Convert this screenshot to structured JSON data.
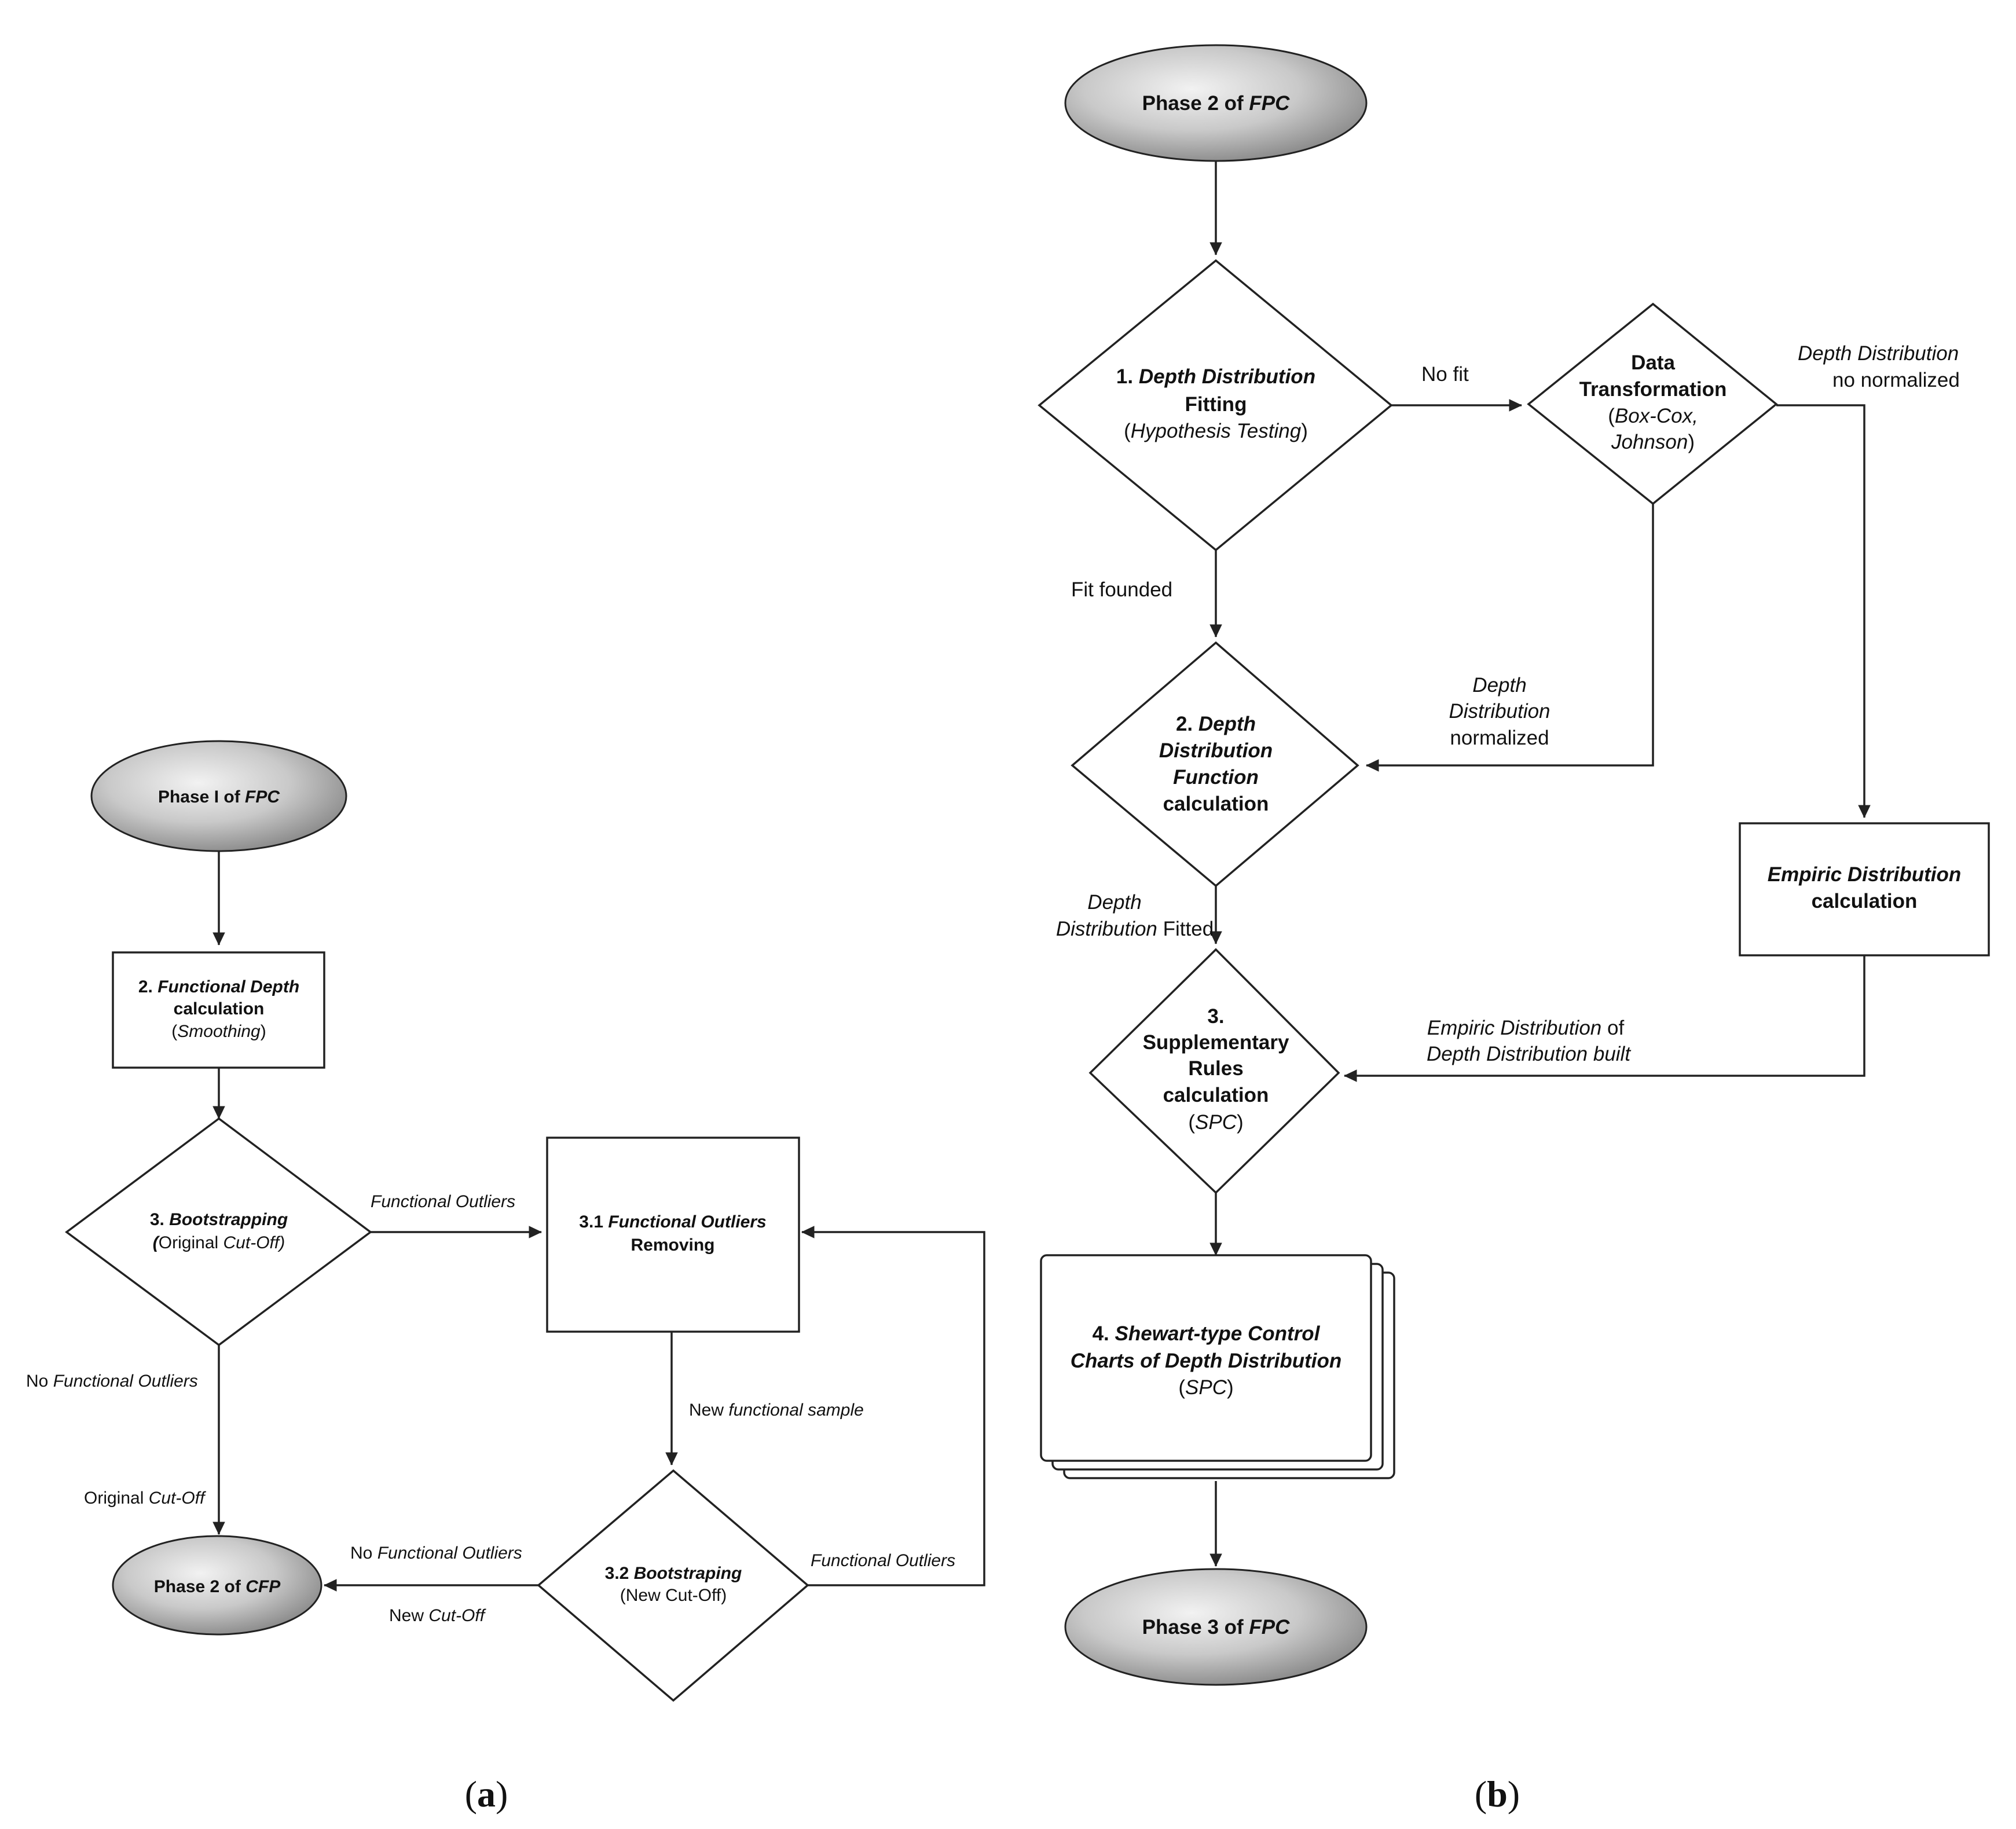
{
  "panel_a": {
    "caption": [
      "(",
      "a",
      ")"
    ],
    "start_node": [
      "Phase I of ",
      "FPC"
    ],
    "step2": {
      "line1": [
        "2. ",
        "Functional Depth"
      ],
      "line2": "calculation",
      "line3": [
        "(",
        "Smoothing",
        ")"
      ]
    },
    "step3": {
      "line1": [
        "3. ",
        "Bootstrapping"
      ],
      "line2": [
        "(",
        "Original ",
        "Cut-Off",
        ")"
      ]
    },
    "step31": {
      "line1": [
        "3.1 ",
        "Functional Outliers"
      ],
      "line2": "Removing"
    },
    "step32": {
      "line1": [
        "3.2 ",
        "Bootstraping"
      ],
      "line2": "(New Cut-Off)"
    },
    "end_node": [
      "Phase 2 of ",
      "CFP"
    ],
    "edge_labels": {
      "functional_outliers_top": "Functional Outliers",
      "no_functional_outliers_left": [
        "No ",
        "Functional Outliers"
      ],
      "original_cutoff": [
        "Original ",
        "Cut-Off"
      ],
      "new_functional_sample": [
        "New ",
        "functional sample"
      ],
      "no_functional_outliers_bottom": [
        "No ",
        "Functional Outliers"
      ],
      "new_cutoff": [
        "New ",
        "Cut-Off"
      ],
      "functional_outliers_loop": "Functional Outliers"
    }
  },
  "panel_b": {
    "caption": [
      "(",
      "b",
      ")"
    ],
    "start_node": [
      "Phase 2 of ",
      "FPC"
    ],
    "step1": {
      "line1": [
        "1. ",
        "Depth Distribution"
      ],
      "line2": "Fitting",
      "line3": [
        "(",
        "Hypothesis Testing",
        ")"
      ]
    },
    "data_transformation": {
      "line1": "Data",
      "line2": "Transformation",
      "line3": [
        "(",
        "Box-Cox,"
      ],
      "line4": [
        "Johnson",
        ")"
      ]
    },
    "step2": {
      "line1": [
        "2. ",
        "Depth"
      ],
      "line2": "Distribution",
      "line3": "Function",
      "line4": "calculation"
    },
    "empiric": {
      "line1": "Empiric Distribution",
      "line2": "calculation"
    },
    "step3": {
      "line1": "3.",
      "line2": "Supplementary",
      "line3": "Rules",
      "line4": "calculation",
      "line5": [
        "(",
        "SPC",
        ")"
      ]
    },
    "step4": {
      "line1": [
        "4. ",
        "Shewart-type Control"
      ],
      "line2": [
        "Charts of ",
        "Depth Distribution"
      ],
      "line3": [
        "(",
        "SPC",
        ")"
      ]
    },
    "end_node": [
      "Phase 3 of ",
      "FPC"
    ],
    "edge_labels": {
      "no_fit": "No fit",
      "fit_founded": "Fit founded",
      "no_normalized": {
        "line1": "Depth Distribution",
        "line2": "no normalized"
      },
      "normalized": {
        "line1": "Depth",
        "line2": "Distribution",
        "line3": "normalized"
      },
      "fitted": {
        "line1": "Depth",
        "line2": [
          "Distribution",
          " Fitted"
        ]
      },
      "empiric_built": {
        "line1": [
          "Empiric Distribution",
          " of"
        ],
        "line2": "Depth Distribution built"
      }
    }
  }
}
